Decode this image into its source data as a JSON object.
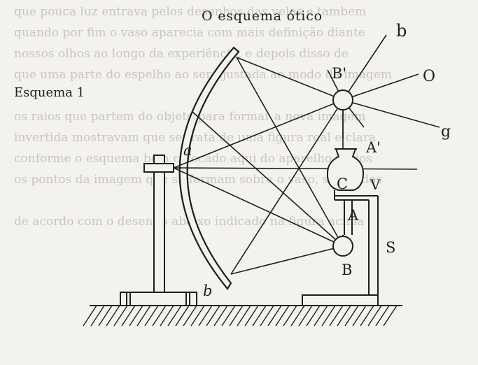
{
  "title": "O esquema ótico",
  "caption": "Esquema 1",
  "labels": {
    "b_top": "b",
    "o": "O",
    "g": "g",
    "b_prime": "B'",
    "a_prime": "A'",
    "c": "C",
    "v": "V",
    "a_upper": "A",
    "s": "S",
    "b_lower": "B",
    "a_italic": "a",
    "b_italic": "b"
  },
  "background_text": [
    "que pouca luz entrava pelos desenhos das velas e tambem",
    "quando por fim o vaso aparecia com mais definição diante",
    "nossos olhos ao longo da experiência, e depois disso de",
    "que uma parte do espelho ao ser ajustada ao modo da imagem",
    "os raios que partem do objeto para formar a nova imagem",
    "invertida mostravam que se trata de uma figura real e clara",
    "conforme o esquema bem colocado aqui do aparelho vários",
    "os pontos da imagem que se formam sobre o vaso, são dados",
    "de acordo com o desenho abaixo indicado na figura acima"
  ],
  "colors": {
    "ink": "#1e1e1e",
    "paper": "#f3f2ef",
    "bleed": "#c9c6c0"
  }
}
